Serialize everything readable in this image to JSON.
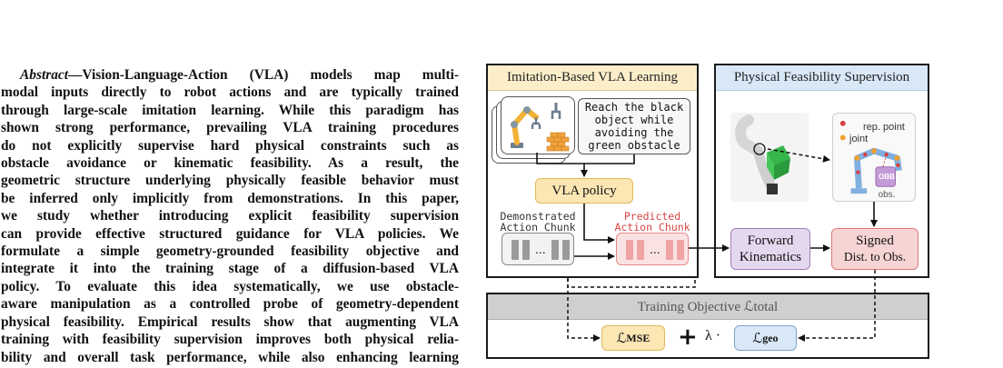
{
  "abstract": {
    "label": "Abstract",
    "lines": [
      "—Vision-Language-Action (VLA) models map multi-",
      "modal inputs directly to robot actions and are typically trained",
      "through large-scale imitation learning. While this paradigm has",
      "shown strong performance, prevailing VLA training procedures",
      "do not explicitly supervise hard physical constraints such as",
      "obstacle avoidance or kinematic feasibility. As a result, the",
      "geometric structure underlying physically feasible behavior must",
      "be inferred only implicitly from demonstrations. In this paper,",
      "we study whether introducing explicit feasibility supervision",
      "can provide effective structured guidance for VLA policies. We",
      "formulate a simple geometry-grounded feasibility objective and",
      "integrate it into the training stage of a diffusion-based VLA",
      "policy. To evaluate this idea systematically, we use obstacle-",
      "aware manipulation as a controlled probe of geometry-dependent",
      "physical feasibility. Empirical results show that augmenting VLA",
      "training with feasibility supervision improves both physical relia-",
      "bility and overall task performance, while also enhancing learning"
    ]
  },
  "figure": {
    "left_panel": {
      "title": "Imitation-Based VLA Learning",
      "instruction_lines": [
        "Reach the black",
        "object while",
        "avoiding the",
        "green obstacle"
      ],
      "policy_label": "VLA policy",
      "demo_label_lines": [
        "Demonstrated",
        "Action Chunk"
      ],
      "pred_label_lines": [
        "Predicted",
        "Action Chunk"
      ],
      "chunk_dots": "..."
    },
    "right_panel": {
      "title": "Physical Feasibility Supervision",
      "legend_rep": "rep. point",
      "legend_joint": "joint",
      "obb_label": "OBB",
      "obs_label": "obs.",
      "fk_lines": [
        "Forward",
        "Kinematics"
      ],
      "sd_lines": [
        "Signed",
        "Dist. to Obs."
      ]
    },
    "bottom_panel": {
      "title": "Training Objective  ℒtotal",
      "loss_mse_symbol": "ℒ",
      "loss_mse_sub": "MSE",
      "plus": "+",
      "lambda": "λ ·",
      "loss_geo_symbol": "ℒ",
      "loss_geo_sub": "geo"
    },
    "colors": {
      "accent_yellow": "#fbe6b4",
      "accent_blue": "#d9e8f7",
      "accent_red": "#f7d4d4",
      "accent_purple": "#e4d8ee",
      "pred_red_text": "#d64545"
    }
  }
}
